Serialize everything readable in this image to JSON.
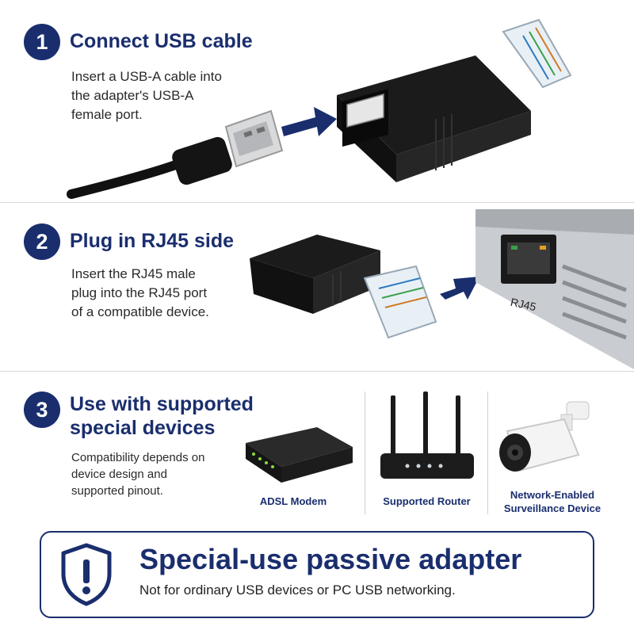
{
  "steps": [
    {
      "number": "1",
      "title": "Connect USB cable",
      "description": "Insert a USB-A cable into\nthe adapter's USB-A\nfemale port."
    },
    {
      "number": "2",
      "title": "Plug in RJ45 side",
      "description": "Insert the RJ45 male\nplug into the RJ45 port\nof a compatible device.",
      "port_label": "RJ45"
    },
    {
      "number": "3",
      "title": "Use with supported\nspecial devices",
      "description": "Compatibility depends on\ndevice design and\nsupported pinout."
    }
  ],
  "devices": [
    {
      "label": "ADSL Modem",
      "icon": "modem-icon"
    },
    {
      "label": "Supported Router",
      "icon": "router-icon"
    },
    {
      "label": "Network-Enabled\nSurveillance Device",
      "icon": "camera-icon"
    }
  ],
  "banner": {
    "title": "Special-use passive adapter",
    "subtitle": "Not for ordinary USB devices or PC USB networking.",
    "icon": "shield-warning-icon"
  },
  "colors": {
    "accent": "#1a2e6e",
    "adapter": "#1b1b1b",
    "panel": "#b9bcc0"
  }
}
